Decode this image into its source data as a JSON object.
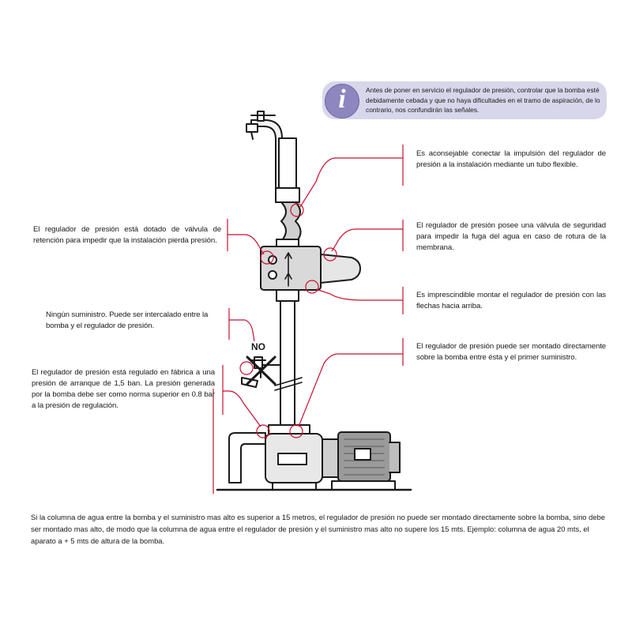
{
  "info": {
    "icon": "info-icon",
    "text": "Antes de poner en servicio el regulador de presión, controlar que la bomba esté debidamente cebada y que no haya dificultades en el tramo de aspiración, de lo contrario, nos confundirán las señales."
  },
  "notes": {
    "flexible_tube": "Es aconsejable conectar la impulsión del regulador de presión a la instalación mediante un tubo flexible.",
    "check_valve": "El regulador de presión está dotado de válvula de retención para impedir que la instalación pierda presión.",
    "safety_valve": "El regulador de presión posee una válvula de seguridad para impedir la fuga del agua en caso de rotura de la membrana.",
    "arrows_up": "Es imprescindible montar el regulador de presión con las flechas hacia arriba.",
    "no_supply": "Ningún suministro. Puede ser intercalado entre la bomba y el regulador de presión.",
    "mount_on_pump": "El regulador de presión puede ser montado directamente sobre la bomba entre ésta y el primer suministro.",
    "factory_set": "El regulador de presión está regulado en fábrica a una presión de arranque de 1,5 ban. La presión generada por la bomba debe ser como norma superior en 0.8 bar a la presión de regulación."
  },
  "no_label": "NO",
  "bottom_text": "Si la columna de agua entre la bomba y el suministro mas alto es superior a 15 metros, el regulador de presión no puede ser montado directamente sobre la bomba, sino debe ser montado mas alto, de modo que la columna de agua entre el regulador de presión y el suministro mas alto no supere los 15 mts. Ejemplo: columna de agua 20 mts, el aparato a + 5 mts de altura de la bomba.",
  "colors": {
    "callout_red": "#c8102e",
    "info_box": "#d8d6ea",
    "info_circle": "#8d86bf",
    "line": "#1a1a1a",
    "device_gray": "#cfcfcf",
    "motor_gray": "#9a9a9a"
  }
}
